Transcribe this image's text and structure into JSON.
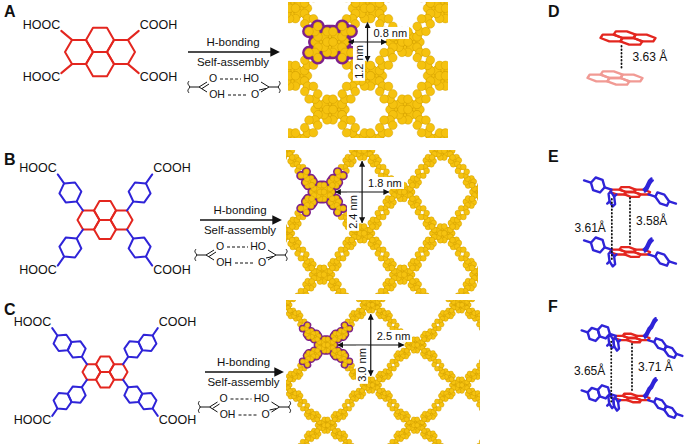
{
  "diagram": {
    "labels": [
      "A",
      "HOOC",
      "COOH",
      "HOOC",
      "COOH",
      "H-bonding",
      "Self-assembly",
      "O",
      "HO",
      "OH",
      "O",
      "0.8 nm",
      "1.2 nm",
      "B",
      "HOOC",
      "COOH",
      "HOOC",
      "COOH",
      "H-bonding",
      "Self-assembly",
      "O",
      "HO",
      "OH",
      "O",
      "1.8 nm",
      "2.4 nm",
      "C",
      "HOOC",
      "COOH",
      "HOOC",
      "COOH",
      "H-bonding",
      "Self-assembly",
      "O",
      "HO",
      "OH",
      "O",
      "2.5 nm",
      "3.0 nm",
      "D",
      "3.63 Å",
      "E",
      "3.61Å",
      "3.58Å",
      "F",
      "3.65Å",
      "3.71 Å"
    ]
  }
}
